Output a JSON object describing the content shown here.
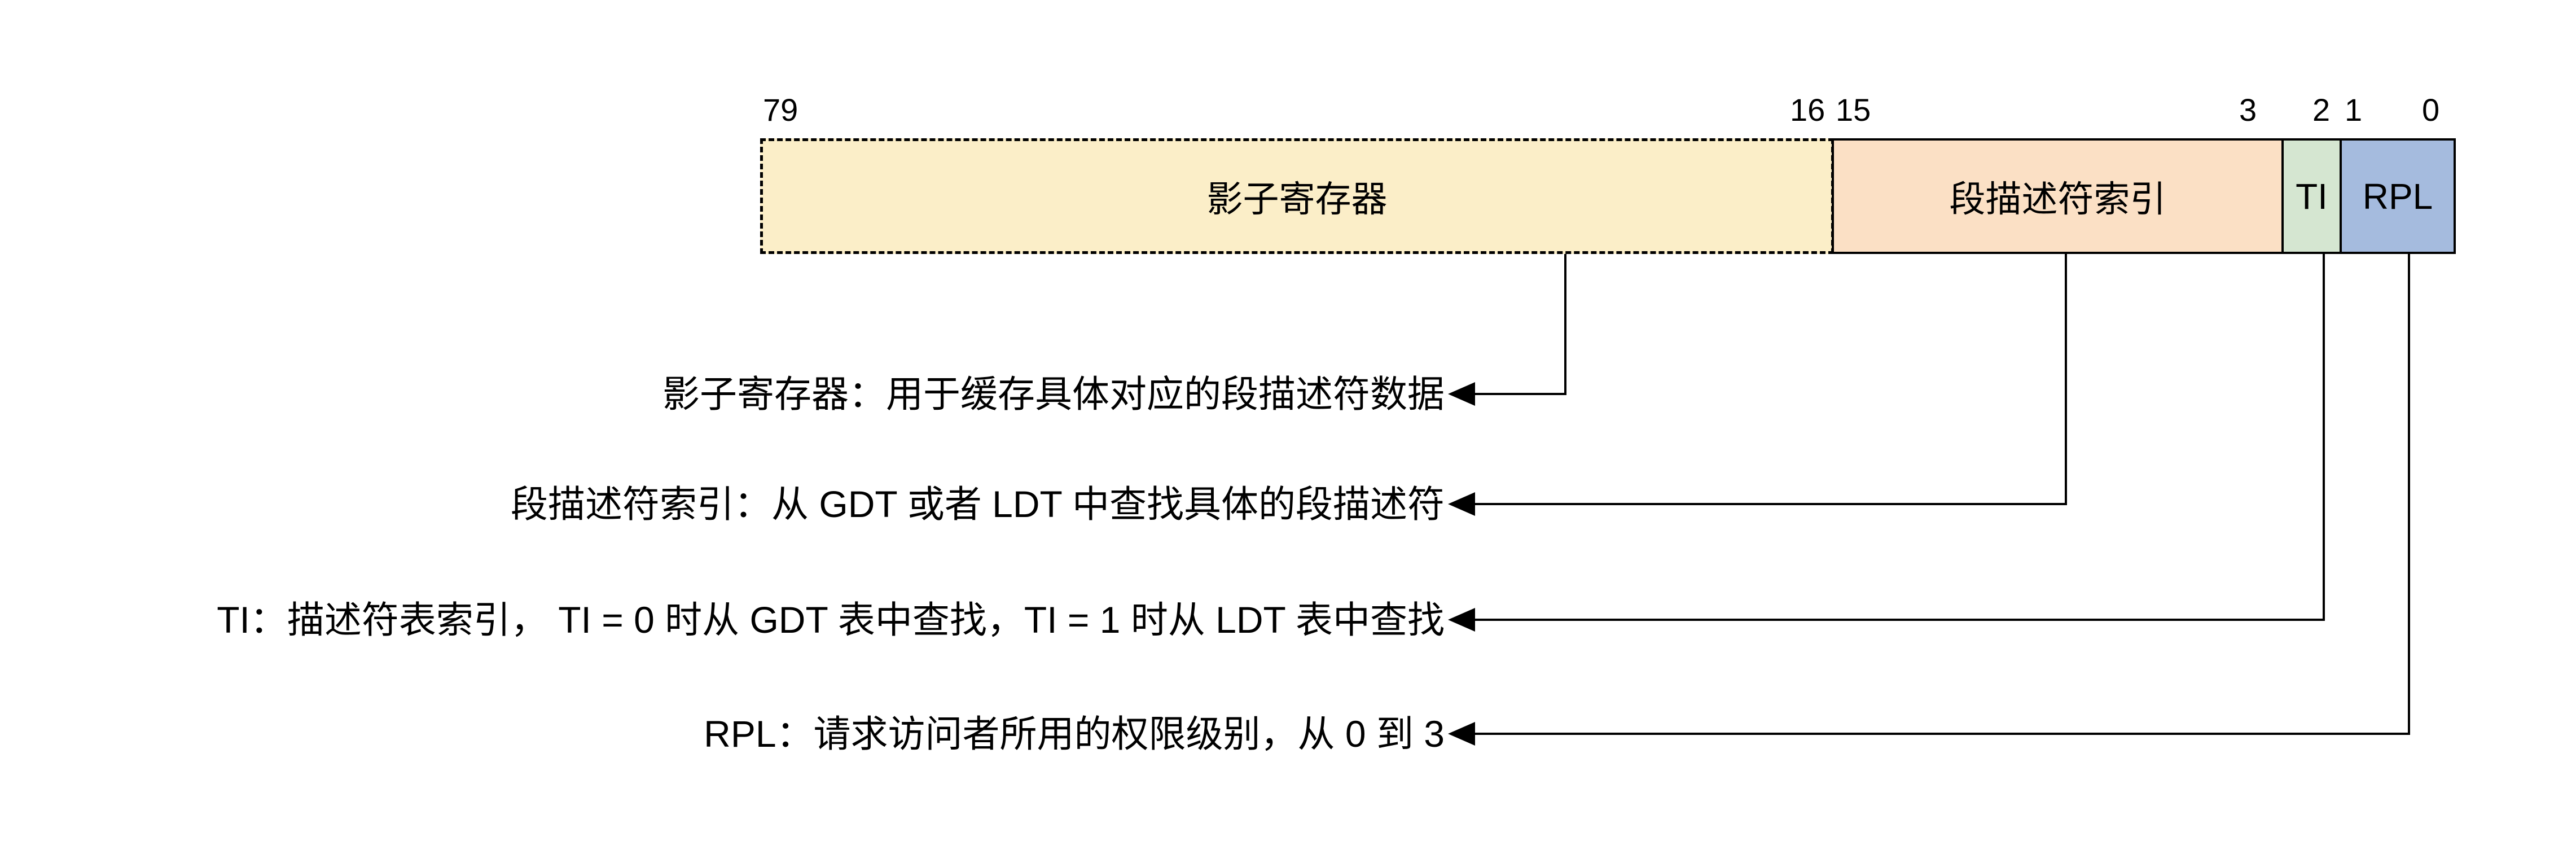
{
  "diagram": {
    "title_hint": "x86 segment register / selector bit layout",
    "bit_labels": {
      "b79": "79",
      "b16": "16",
      "b15": "15",
      "b3": "3",
      "b2": "2",
      "b1": "1",
      "b0": "0"
    },
    "fields": [
      {
        "id": "shadow",
        "label": "影子寄存器",
        "bits": "79-16",
        "fill": "#FBEEC8",
        "border_style": "dashed"
      },
      {
        "id": "index",
        "label": "段描述符索引",
        "bits": "15-3",
        "fill": "#FBE0C5",
        "border_style": "solid"
      },
      {
        "id": "ti",
        "label": "TI",
        "bits": "2",
        "fill": "#D5E6D1",
        "border_style": "solid"
      },
      {
        "id": "rpl",
        "label": "RPL",
        "bits": "1-0",
        "fill": "#A5BBDE",
        "border_style": "solid"
      }
    ],
    "annotations": [
      {
        "for": "shadow",
        "text": "影子寄存器：用于缓存具体对应的段描述符数据"
      },
      {
        "for": "index",
        "text": "段描述符索引：从 GDT 或者 LDT 中查找具体的段描述符"
      },
      {
        "for": "ti",
        "text": "TI：描述符表索引， TI = 0 时从 GDT 表中查找，TI = 1 时从 LDT 表中查找"
      },
      {
        "for": "rpl",
        "text": "RPL：请求访问者所用的权限级别，从 0 到 3"
      }
    ],
    "line_color": "#000000",
    "background_color": "#FFFFFF"
  }
}
